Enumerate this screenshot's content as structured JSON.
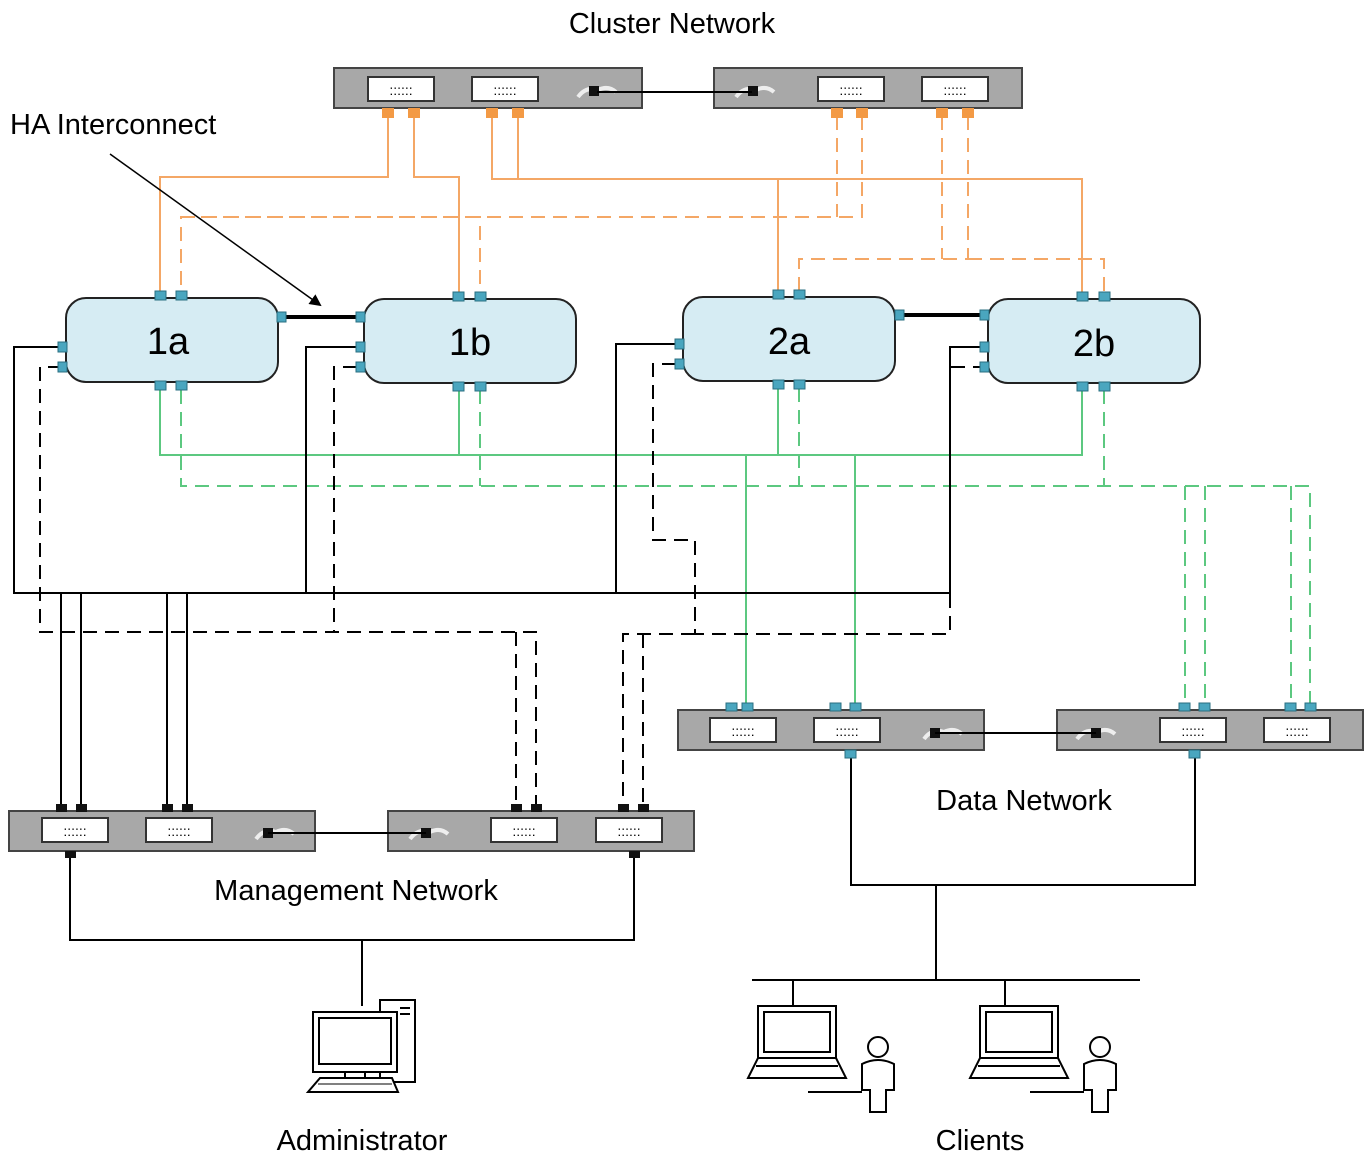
{
  "labels": {
    "cluster_network": "Cluster Network",
    "ha_interconnect": "HA Interconnect",
    "data_network": "Data Network",
    "management_network": "Management Network",
    "administrator": "Administrator",
    "clients": "Clients"
  },
  "nodes": {
    "n1a": "1a",
    "n1b": "1b",
    "n2a": "2a",
    "n2b": "2b"
  },
  "colors": {
    "cluster_links": "#f4a766",
    "data_links": "#5cc880",
    "management_links": "#000000",
    "node_fill": "#d6ecf3",
    "switch_fill": "#a8a8a8",
    "port_teal": "#4aa6bf"
  }
}
